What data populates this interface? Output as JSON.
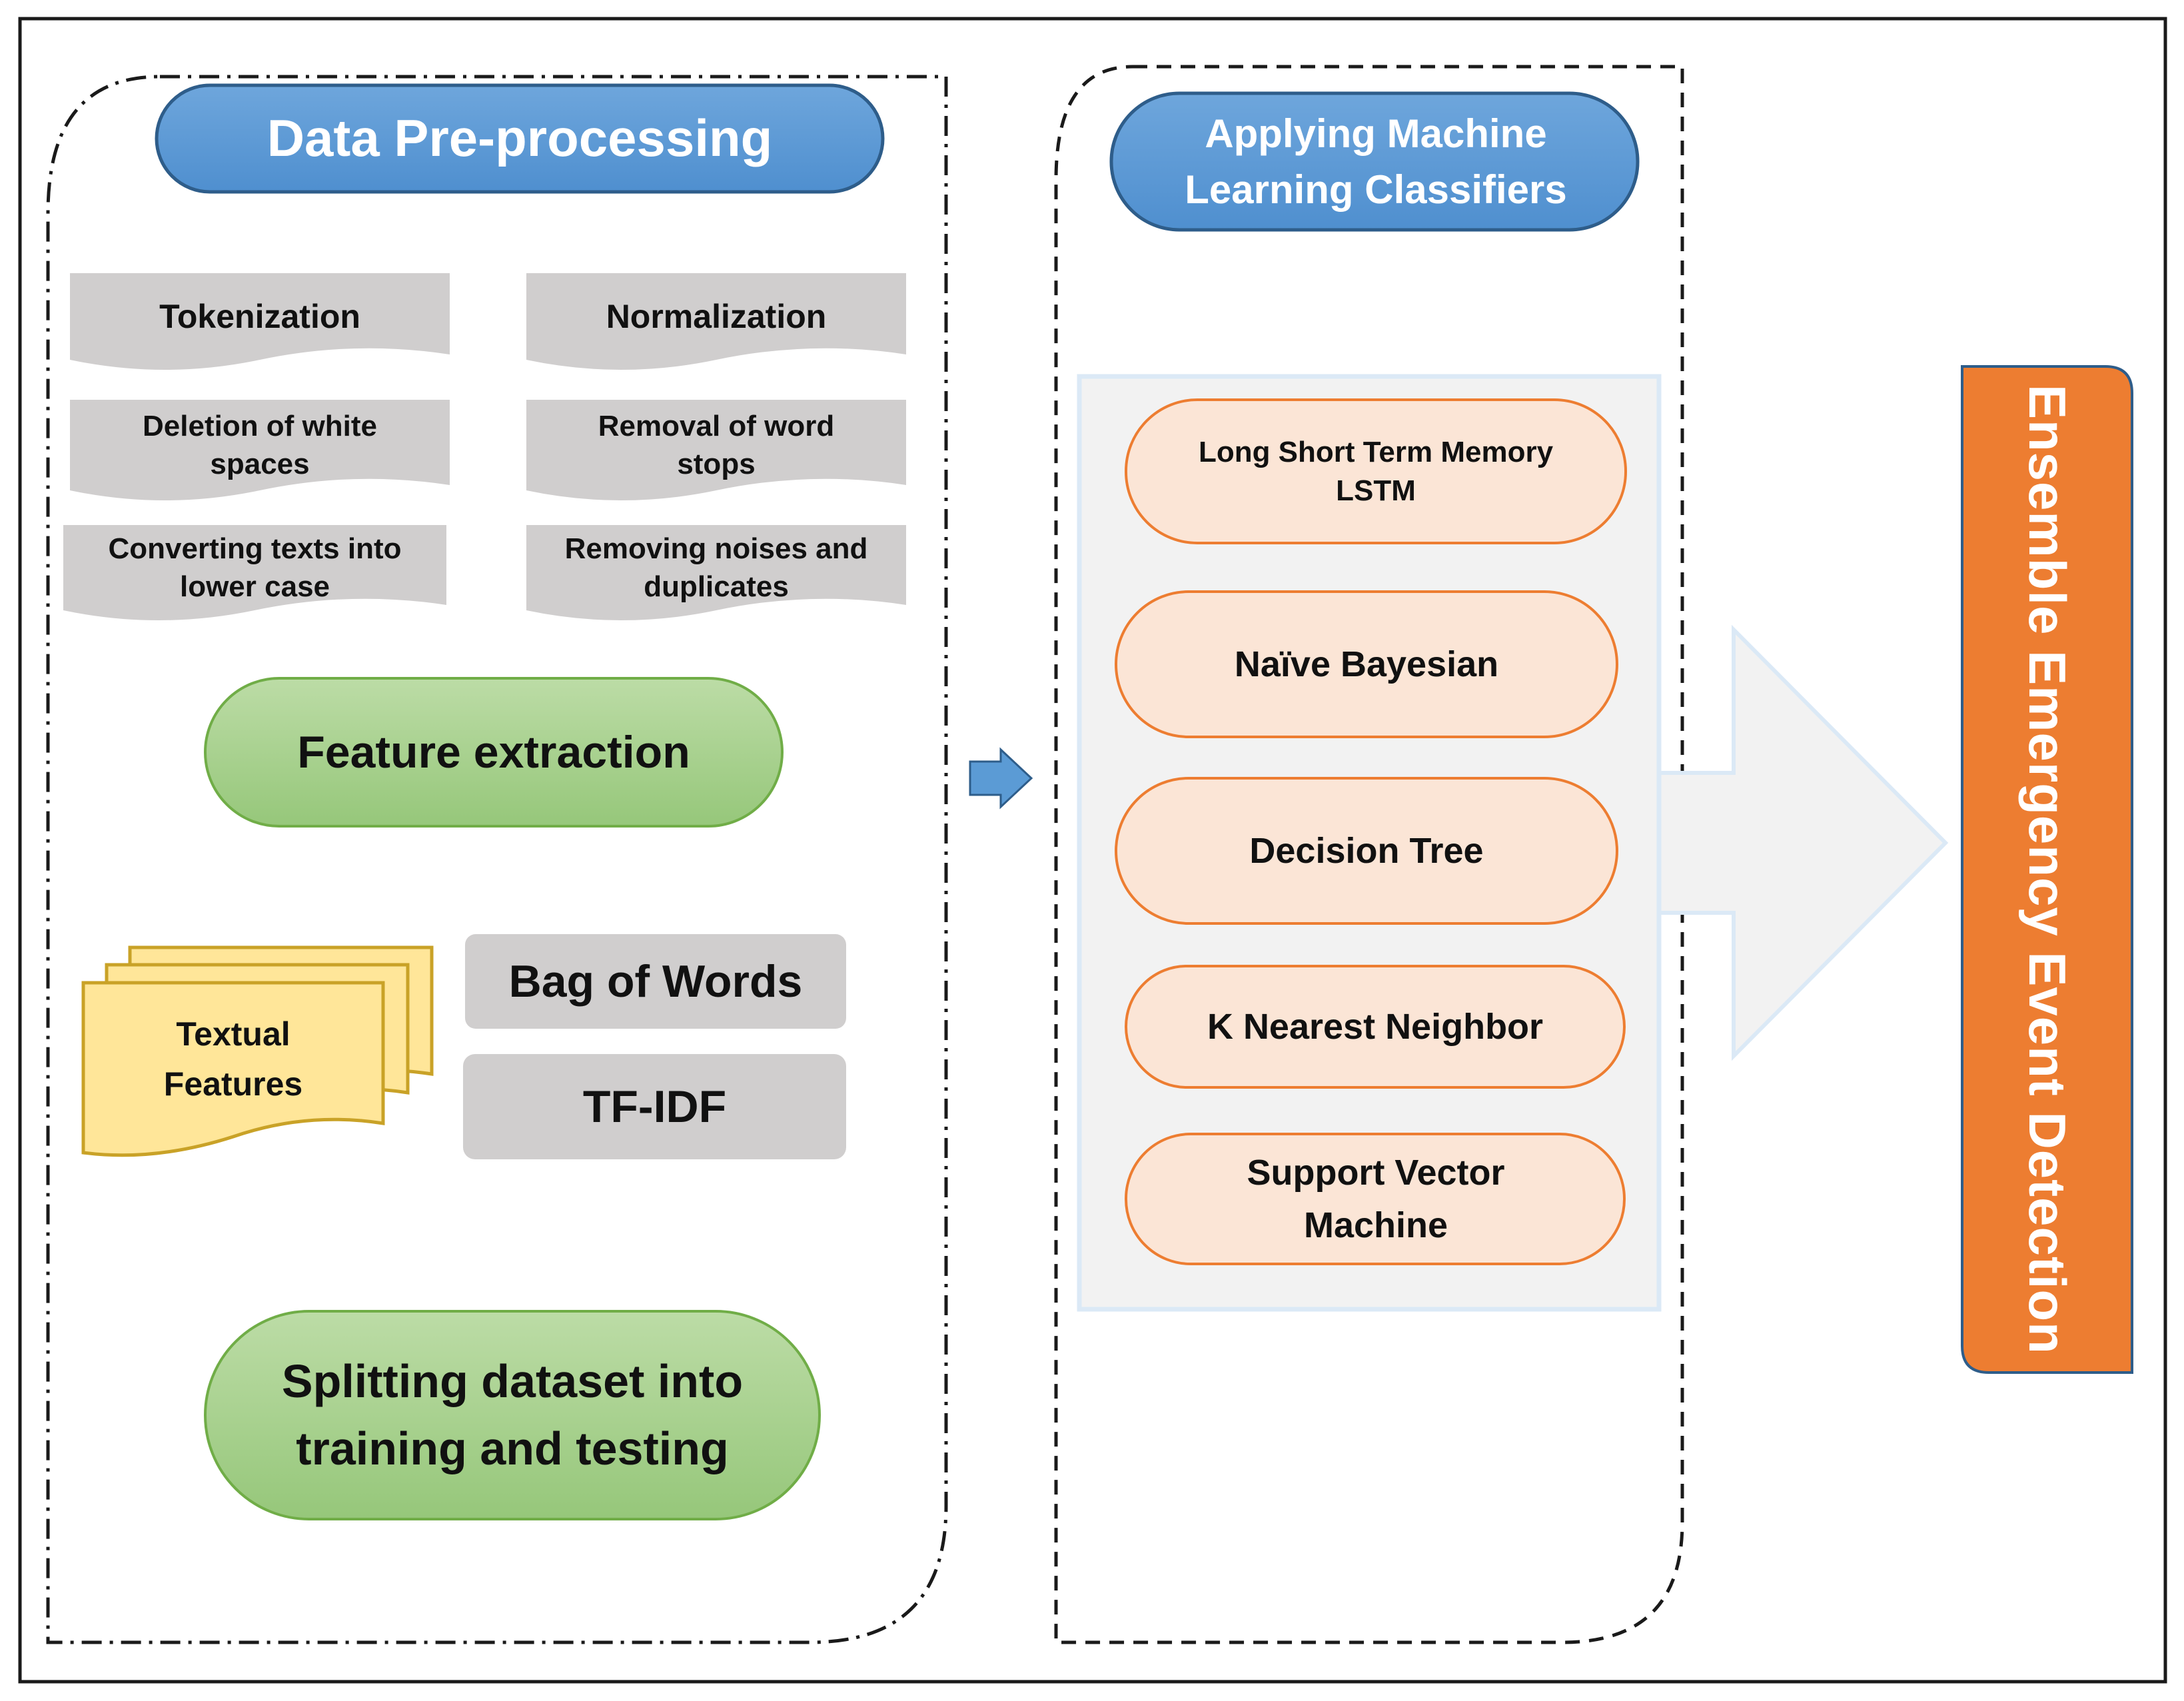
{
  "left_panel": {
    "title": "Data Pre-processing",
    "steps": [
      "Tokenization",
      "Normalization",
      "Deletion of white spaces",
      "Removal of word stops",
      "Converting texts into lower case",
      "Removing noises and duplicates"
    ],
    "feature_extraction": "Feature extraction",
    "textual_features": "Textual Features",
    "bag_of_words": "Bag of Words",
    "tf_idf": "TF-IDF",
    "splitting": "Splitting dataset into training and testing"
  },
  "right_panel": {
    "title": "Applying Machine Learning Classifiers",
    "classifiers": [
      "Long Short Term Memory LSTM",
      "Naïve Bayesian",
      "Decision Tree",
      "K Nearest Neighbor",
      "Support Vector Machine"
    ]
  },
  "output": {
    "label": "Ensemble Emergency Event Detection"
  },
  "colors": {
    "blue_pill": "#5b9bd5",
    "blue_pill_border": "#2e5d8a",
    "green_pill": "#a9d18e",
    "green_pill_border": "#70ad47",
    "gray_box": "#d0cece",
    "yellow_doc": "#ffe699",
    "yellow_border": "#c9a227",
    "orange_pill": "#fbe5d6",
    "orange_border": "#ed7d31",
    "output_bar": "#ed7d31",
    "arrow_fill": "#f2f2f2",
    "arrow_border": "#dbe9f6"
  }
}
